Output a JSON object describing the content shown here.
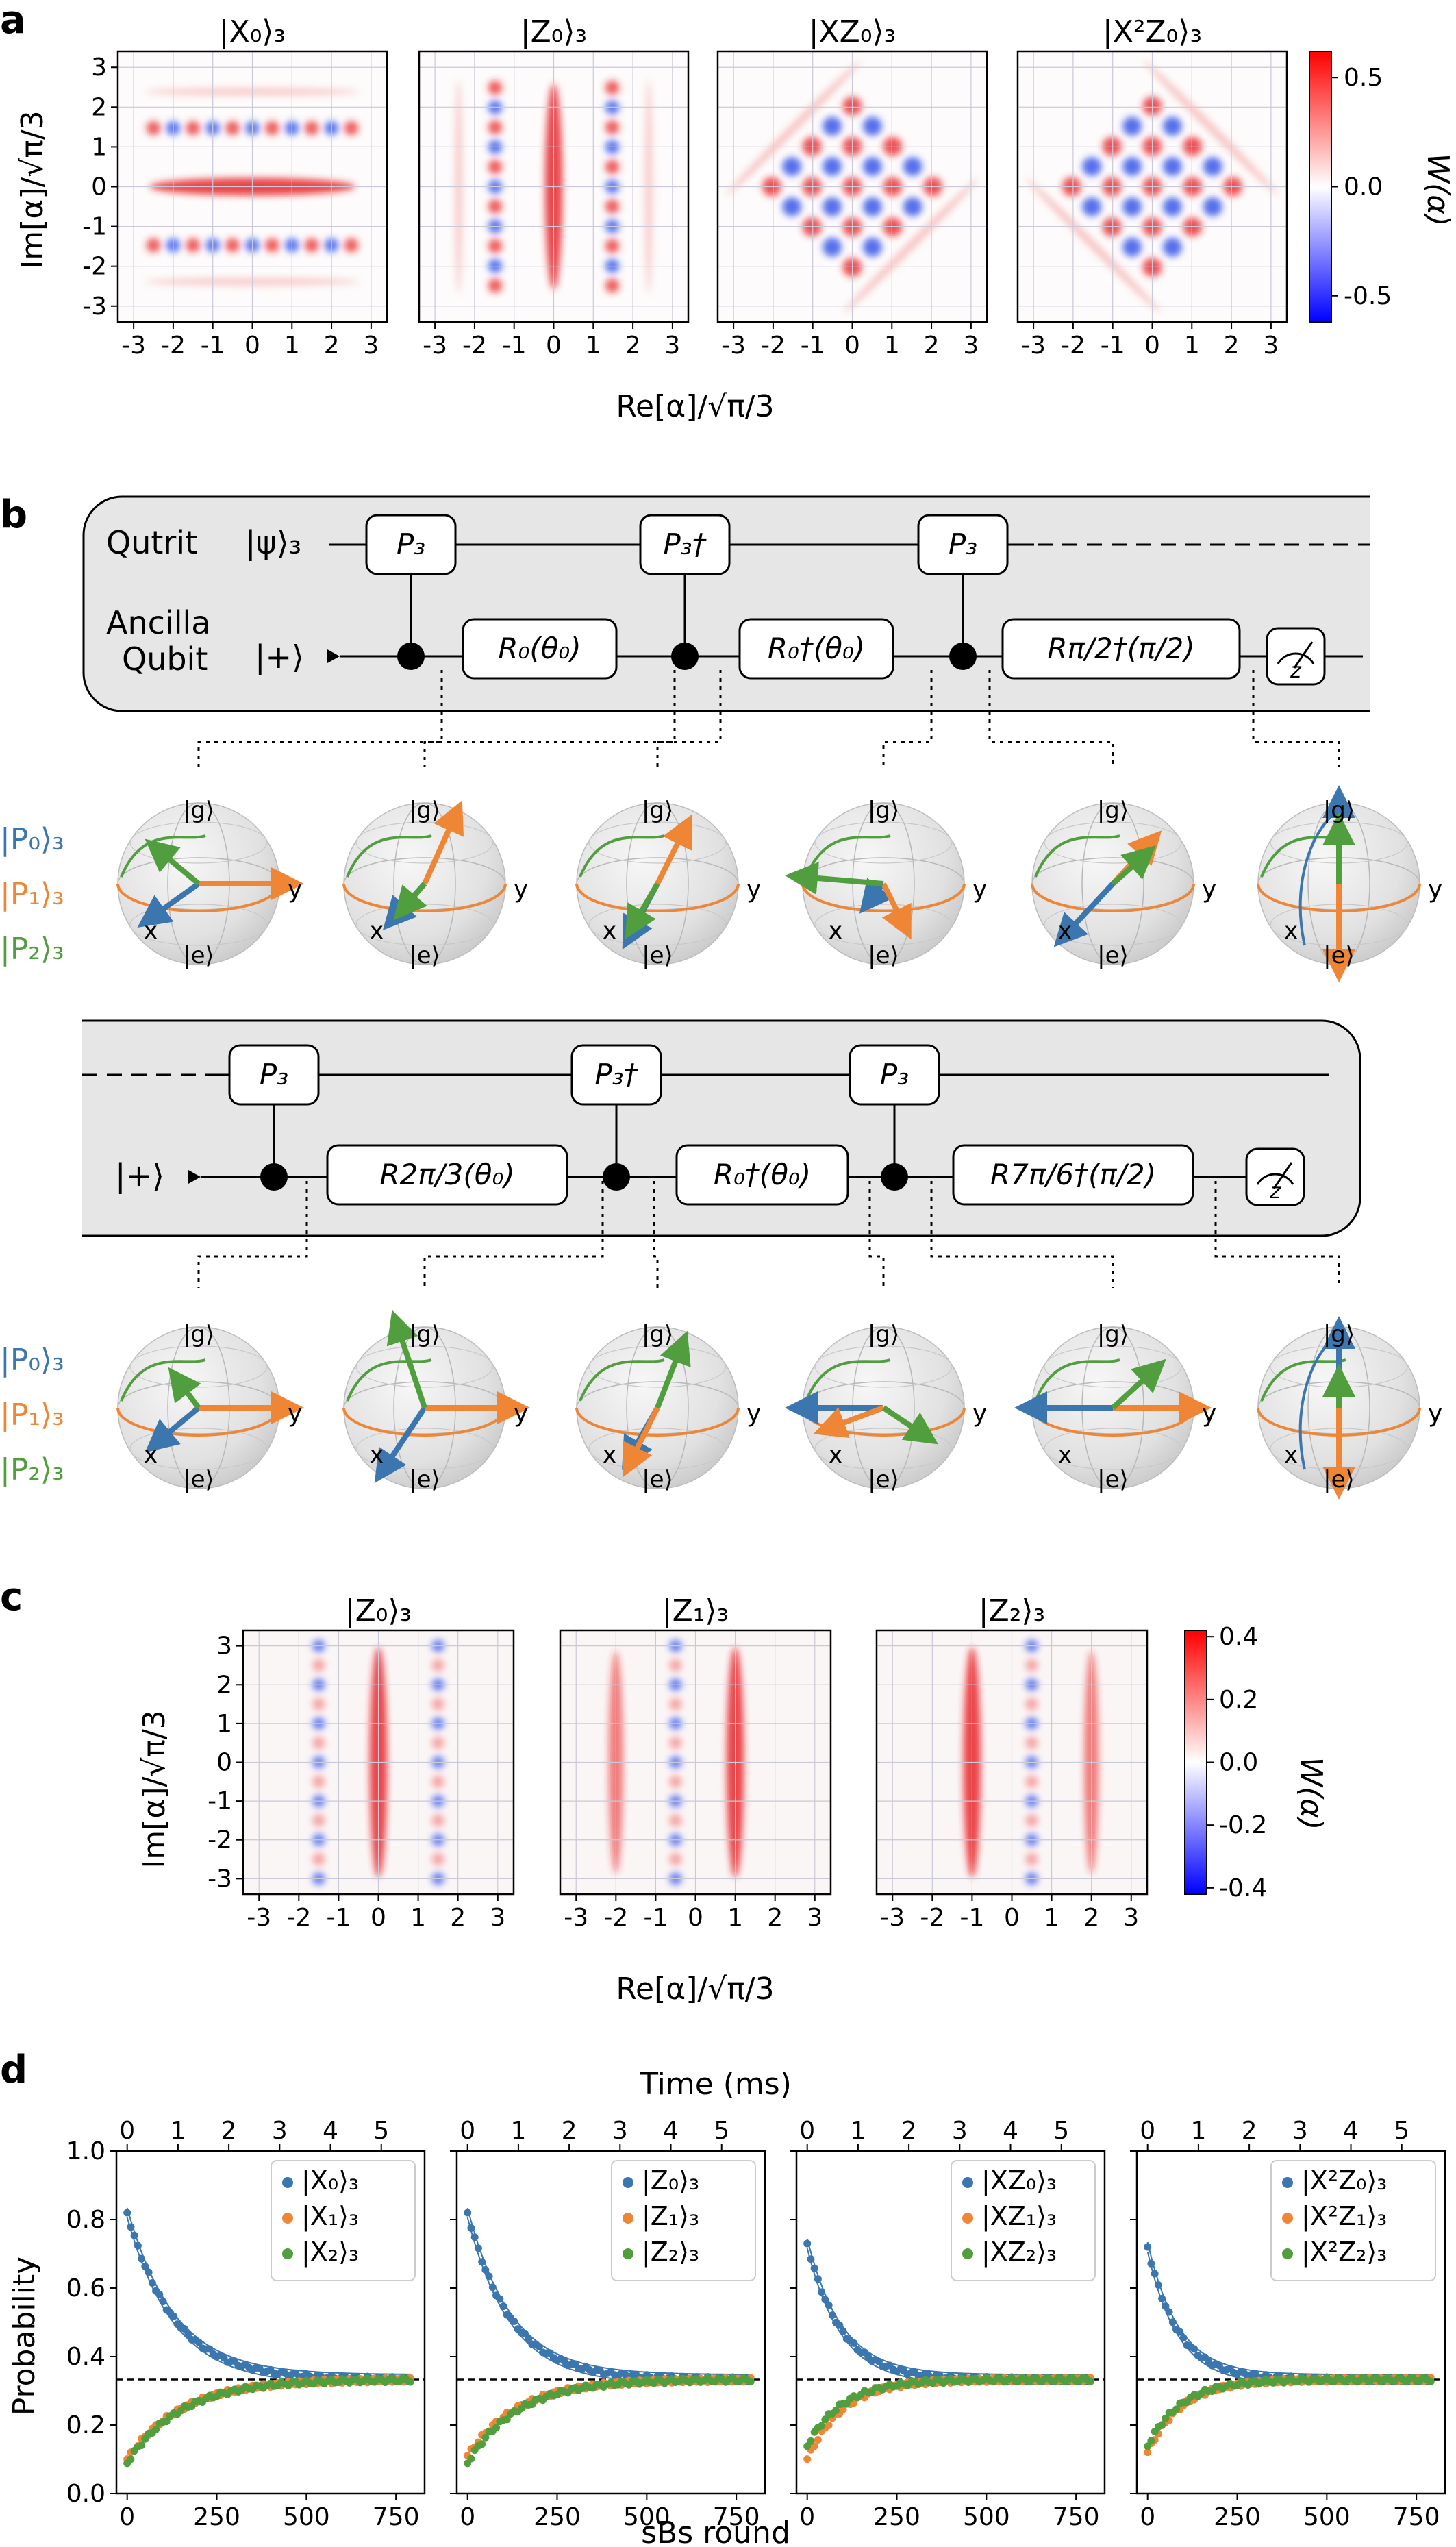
{
  "panel_labels": {
    "a": "a",
    "b": "b",
    "c": "c",
    "d": "d"
  },
  "colors": {
    "blue": "#3b76af",
    "orange": "#ef8636",
    "green": "#519e3e",
    "red": "#e8272a",
    "cmap_blue": "#0000ff",
    "cmap_red": "#ff0000"
  },
  "panel_a": {
    "titles": [
      "|X₀⟩₃",
      "|Z₀⟩₃",
      "|XZ₀⟩₃",
      "|X²Z₀⟩₃"
    ],
    "ylabel": "Im[α]/√π/3",
    "xlabel": "Re[α]/√π/3",
    "ticks": [
      "-3",
      "-2",
      "-1",
      "0",
      "1",
      "2",
      "3"
    ],
    "colorbar_label": "W(α)",
    "colorbar_ticks": [
      "0.5",
      "0.0",
      "-0.5"
    ]
  },
  "panel_b": {
    "top": {
      "qutrit_label": "Qutrit",
      "psi_label": "|ψ⟩₃",
      "ancilla_label1": "Ancilla",
      "ancilla_label2": "Qubit",
      "plus_label": "|+⟩",
      "gates_top": [
        "P₃",
        "P₃†",
        "P₃"
      ],
      "gates_bottom": [
        "R₀(θ₀)",
        "R₀†(θ₀)",
        "Rπ/2†(π/2)"
      ],
      "meas_label": "z"
    },
    "bottom": {
      "plus_label": "|+⟩",
      "gates_top": [
        "P₃",
        "P₃†",
        "P₃"
      ],
      "gates_bottom": [
        "R2π/3(θ₀)",
        "R₀†(θ₀)",
        "R7π/6†(π/2)"
      ],
      "meas_label": "z"
    },
    "legend": [
      "|P₀⟩₃",
      "|P₁⟩₃",
      "|P₂⟩₃"
    ],
    "sphere_labels": {
      "g": "|g⟩",
      "e": "|e⟩",
      "x": "x",
      "y": "y"
    }
  },
  "panel_c": {
    "titles": [
      "|Z₀⟩₃",
      "|Z₁⟩₃",
      "|Z₂⟩₃"
    ],
    "ylabel": "Im[α]/√π/3",
    "xlabel": "Re[α]/√π/3",
    "ticks": [
      "-3",
      "-2",
      "-1",
      "0",
      "1",
      "2",
      "3"
    ],
    "colorbar_label": "W(α)",
    "colorbar_ticks": [
      "0.4",
      "0.2",
      "0.0",
      "-0.2",
      "-0.4"
    ]
  },
  "panel_d": {
    "top_label": "Time (ms)",
    "top_ticks": [
      "0",
      "1",
      "2",
      "3",
      "4",
      "5"
    ],
    "xlabel": "sBs round",
    "ylabel": "Probability",
    "xticks": [
      "0",
      "250",
      "500",
      "750"
    ],
    "yticks": [
      "0.0",
      "0.2",
      "0.4",
      "0.6",
      "0.8",
      "1.0"
    ],
    "legends": [
      [
        "|X₀⟩₃",
        "|X₁⟩₃",
        "|X₂⟩₃"
      ],
      [
        "|Z₀⟩₃",
        "|Z₁⟩₃",
        "|Z₂⟩₃"
      ],
      [
        "|XZ₀⟩₃",
        "|XZ₁⟩₃",
        "|XZ₂⟩₃"
      ],
      [
        "|X²Z₀⟩₃",
        "|X²Z₁⟩₃",
        "|X²Z₂⟩₃"
      ]
    ]
  },
  "chart_data": [
    {
      "type": "line",
      "xlabel": "sBs round",
      "ylabel": "Probability",
      "xlim": [
        -30,
        830
      ],
      "ylim": [
        0,
        1.0
      ],
      "grid": false,
      "legend": "top-right",
      "subplots": [
        {
          "series": [
            {
              "name": "|X₀⟩₃",
              "start": 0.82,
              "tau": 130
            },
            {
              "name": "|X₁⟩₃",
              "start": 0.1,
              "tau": 150
            },
            {
              "name": "|X₂⟩₃",
              "start": 0.09,
              "tau": 150
            }
          ],
          "asymptote": 0.333
        },
        {
          "series": [
            {
              "name": "|Z₀⟩₃",
              "start": 0.82,
              "tau": 120
            },
            {
              "name": "|Z₁⟩₃",
              "start": 0.11,
              "tau": 140
            },
            {
              "name": "|Z₂⟩₃",
              "start": 0.09,
              "tau": 140
            }
          ],
          "asymptote": 0.333
        },
        {
          "series": [
            {
              "name": "|XZ₀⟩₃",
              "start": 0.73,
              "tau": 95
            },
            {
              "name": "|XZ₁⟩₃",
              "start": 0.1,
              "tau": 100
            },
            {
              "name": "|XZ₂⟩₃",
              "start": 0.14,
              "tau": 100
            }
          ],
          "asymptote": 0.333
        },
        {
          "series": [
            {
              "name": "|X²Z₀⟩₃",
              "start": 0.72,
              "tau": 85
            },
            {
              "name": "|X²Z₁⟩₃",
              "start": 0.12,
              "tau": 95
            },
            {
              "name": "|X²Z₂⟩₃",
              "start": 0.14,
              "tau": 95
            }
          ],
          "asymptote": 0.333
        }
      ]
    }
  ]
}
